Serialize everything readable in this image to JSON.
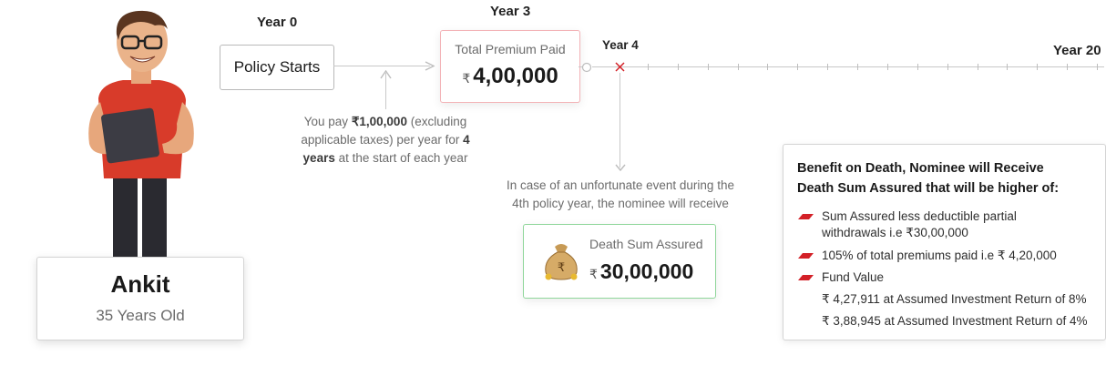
{
  "person": {
    "name": "Ankit",
    "age": "35 Years Old"
  },
  "timeline": {
    "year0": "Year 0",
    "year3": "Year 3",
    "year4": "Year 4",
    "year20": "Year 20",
    "policy_starts": "Policy Starts"
  },
  "payment": {
    "pre": "You pay",
    "amount": "₹1,00,000",
    "mid": "(excluding applicable taxes) per year for",
    "years": "4 years",
    "post": "at the start of each year"
  },
  "premium": {
    "label": "Total Premium Paid",
    "currency": "₹",
    "value": "4,00,000"
  },
  "death": {
    "line1": "In case of an unfortunate event during the",
    "line2": "4th policy year, the nominee will receive",
    "label": "Death Sum Assured",
    "currency": "₹",
    "value": "30,00,000"
  },
  "benefit": {
    "title_line1": "Benefit on Death, Nominee will Receive",
    "title_line2": "Death Sum Assured that will be higher of:",
    "item1_line1": "Sum Assured less deductible partial",
    "item1_line2": "withdrawals i.e ₹30,00,000",
    "item2": "105% of total premiums paid i.e ₹ 4,20,000",
    "item3": "Fund Value",
    "sub1": "₹ 4,27,911 at Assumed Investment Return of 8%",
    "sub2": "₹ 3,88,945 at Assumed Investment Return of 4%"
  },
  "colors": {
    "accent_red": "#d32027",
    "death_border": "#8fd69a",
    "premium_border": "#f3b3b7"
  }
}
